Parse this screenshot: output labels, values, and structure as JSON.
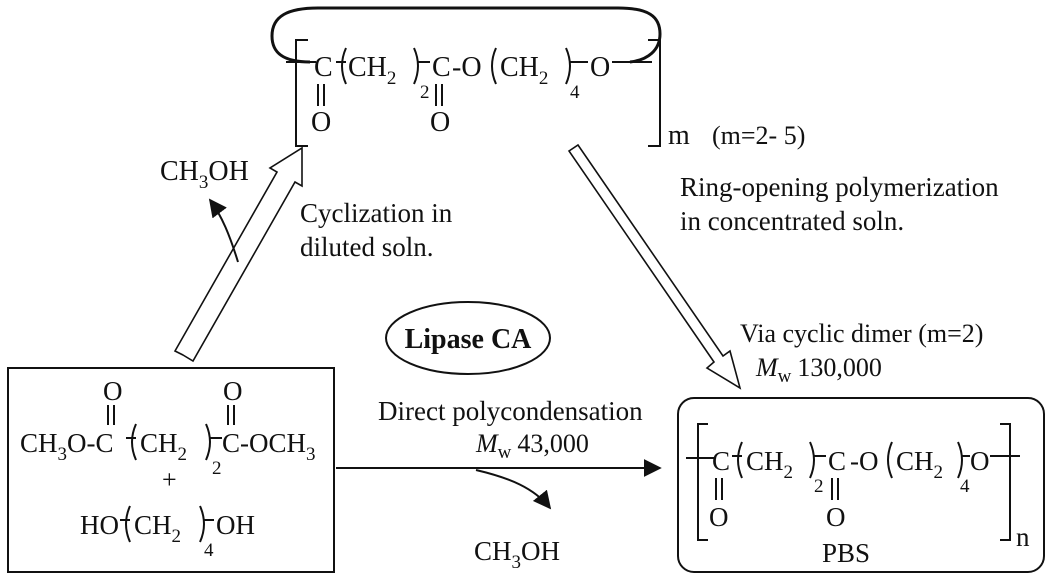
{
  "cyclic_oligomer": {
    "c1": "C",
    "o1": "O",
    "ch2_a": "CH",
    "sub2_a": "2",
    "sub2_b": "2",
    "c2": "C",
    "o2": "O",
    "dash_o": "-O",
    "ch2_b": "CH",
    "sub2_c": "2",
    "sub4": "4",
    "o_end": "O",
    "repeat": "m",
    "range": "(m=2- 5)"
  },
  "cyclization": {
    "byproduct": "CH",
    "byproduct_sub": "3",
    "byproduct_tail": "OH",
    "label_line1": "Cyclization in",
    "label_line2": "diluted soln."
  },
  "ring_opening": {
    "label_line1": "Ring-opening polymerization",
    "label_line2": "in concentrated soln."
  },
  "catalyst": {
    "label": "Lipase CA"
  },
  "cyclic_dimer": {
    "label": "Via cyclic dimer (m=2)",
    "mw_symbol": "M",
    "mw_sub": "w",
    "mw_value": "130,000"
  },
  "monomers": {
    "o_top1": "O",
    "o_top2": "O",
    "ester_left": "CH",
    "ester_left_sub": "3",
    "ester_left_tail": "O-C",
    "ch2": "CH",
    "ch2_sub": "2",
    "ch2_n": "2",
    "ester_right": "C-OCH",
    "ester_right_sub": "3",
    "plus": "+",
    "diol_left": "HO",
    "diol_ch2": "CH",
    "diol_ch2_sub": "2",
    "diol_n": "4",
    "diol_right": "OH"
  },
  "direct": {
    "label": "Direct polycondensation",
    "mw_symbol": "M",
    "mw_sub": "w",
    "mw_value": "43,000",
    "byproduct": "CH",
    "byproduct_sub": "3",
    "byproduct_tail": "OH"
  },
  "pbs": {
    "c1": "C",
    "o1": "O",
    "ch2_a": "CH",
    "sub2_a": "2",
    "sub2_b": "2",
    "c2": "C",
    "o2": "O",
    "dash_o": "-O",
    "ch2_b": "CH",
    "sub2_c": "2",
    "sub4": "4",
    "o_end": "O",
    "repeat": "n",
    "name": "PBS"
  }
}
